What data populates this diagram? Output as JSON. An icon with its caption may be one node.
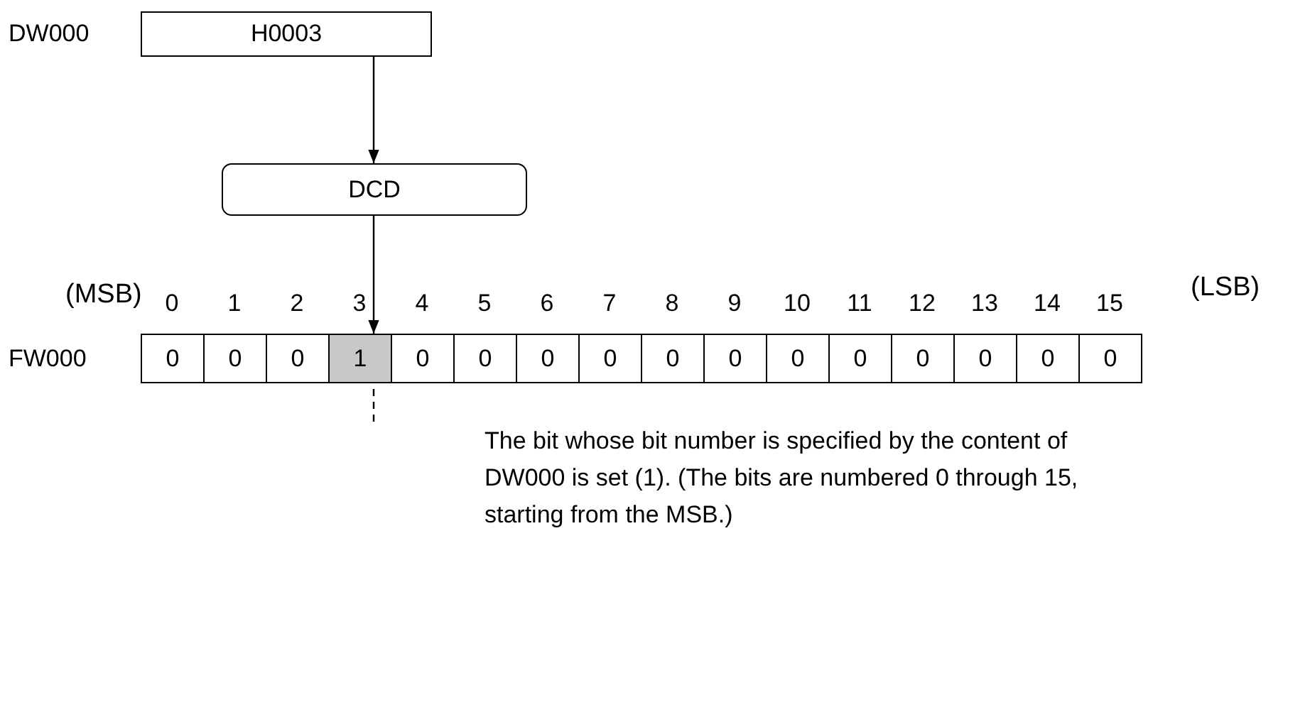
{
  "diagram": {
    "nodes": [
      {
        "text": [
          "H0003"
        ],
        "beside": [
          "DW000"
        ]
      },
      {
        "text": [
          "DCD"
        ]
      },
      {
        "text": [
          "0"
        ],
        "beside": [
          "FW000"
        ]
      },
      {
        "text": [
          "0"
        ]
      },
      {
        "text": [
          "0"
        ]
      },
      {
        "text": [
          "1"
        ]
      },
      {
        "text": [
          "0"
        ]
      },
      {
        "text": [
          "0"
        ]
      },
      {
        "text": [
          "0"
        ]
      },
      {
        "text": [
          "0"
        ]
      },
      {
        "text": [
          "0"
        ]
      },
      {
        "text": [
          "0"
        ]
      },
      {
        "text": [
          "0"
        ]
      },
      {
        "text": [
          "0"
        ]
      },
      {
        "text": [
          "0"
        ]
      },
      {
        "text": [
          "0"
        ]
      },
      {
        "text": [
          "0"
        ]
      },
      {
        "text": [
          "0"
        ]
      }
    ],
    "edges": [
      {
        "from": 0,
        "to": 1,
        "arrow": "to"
      },
      {
        "from": 1,
        "to": 5,
        "arrow": "to"
      },
      {
        "from": null,
        "to": 5,
        "arrow": "none",
        "style": "dashed"
      }
    ],
    "labels": [
      "(MSB)",
      "0",
      "1",
      "2",
      "3",
      "4",
      "5",
      "6",
      "7",
      "8",
      "9",
      "10",
      "11",
      "12",
      "13",
      "14",
      "15",
      "(LSB)",
      "The bit whose bit number is specified by the content of DW000 is set (1).    (The bits are numbered 0 through 15, starting from the MSB.)"
    ]
  }
}
